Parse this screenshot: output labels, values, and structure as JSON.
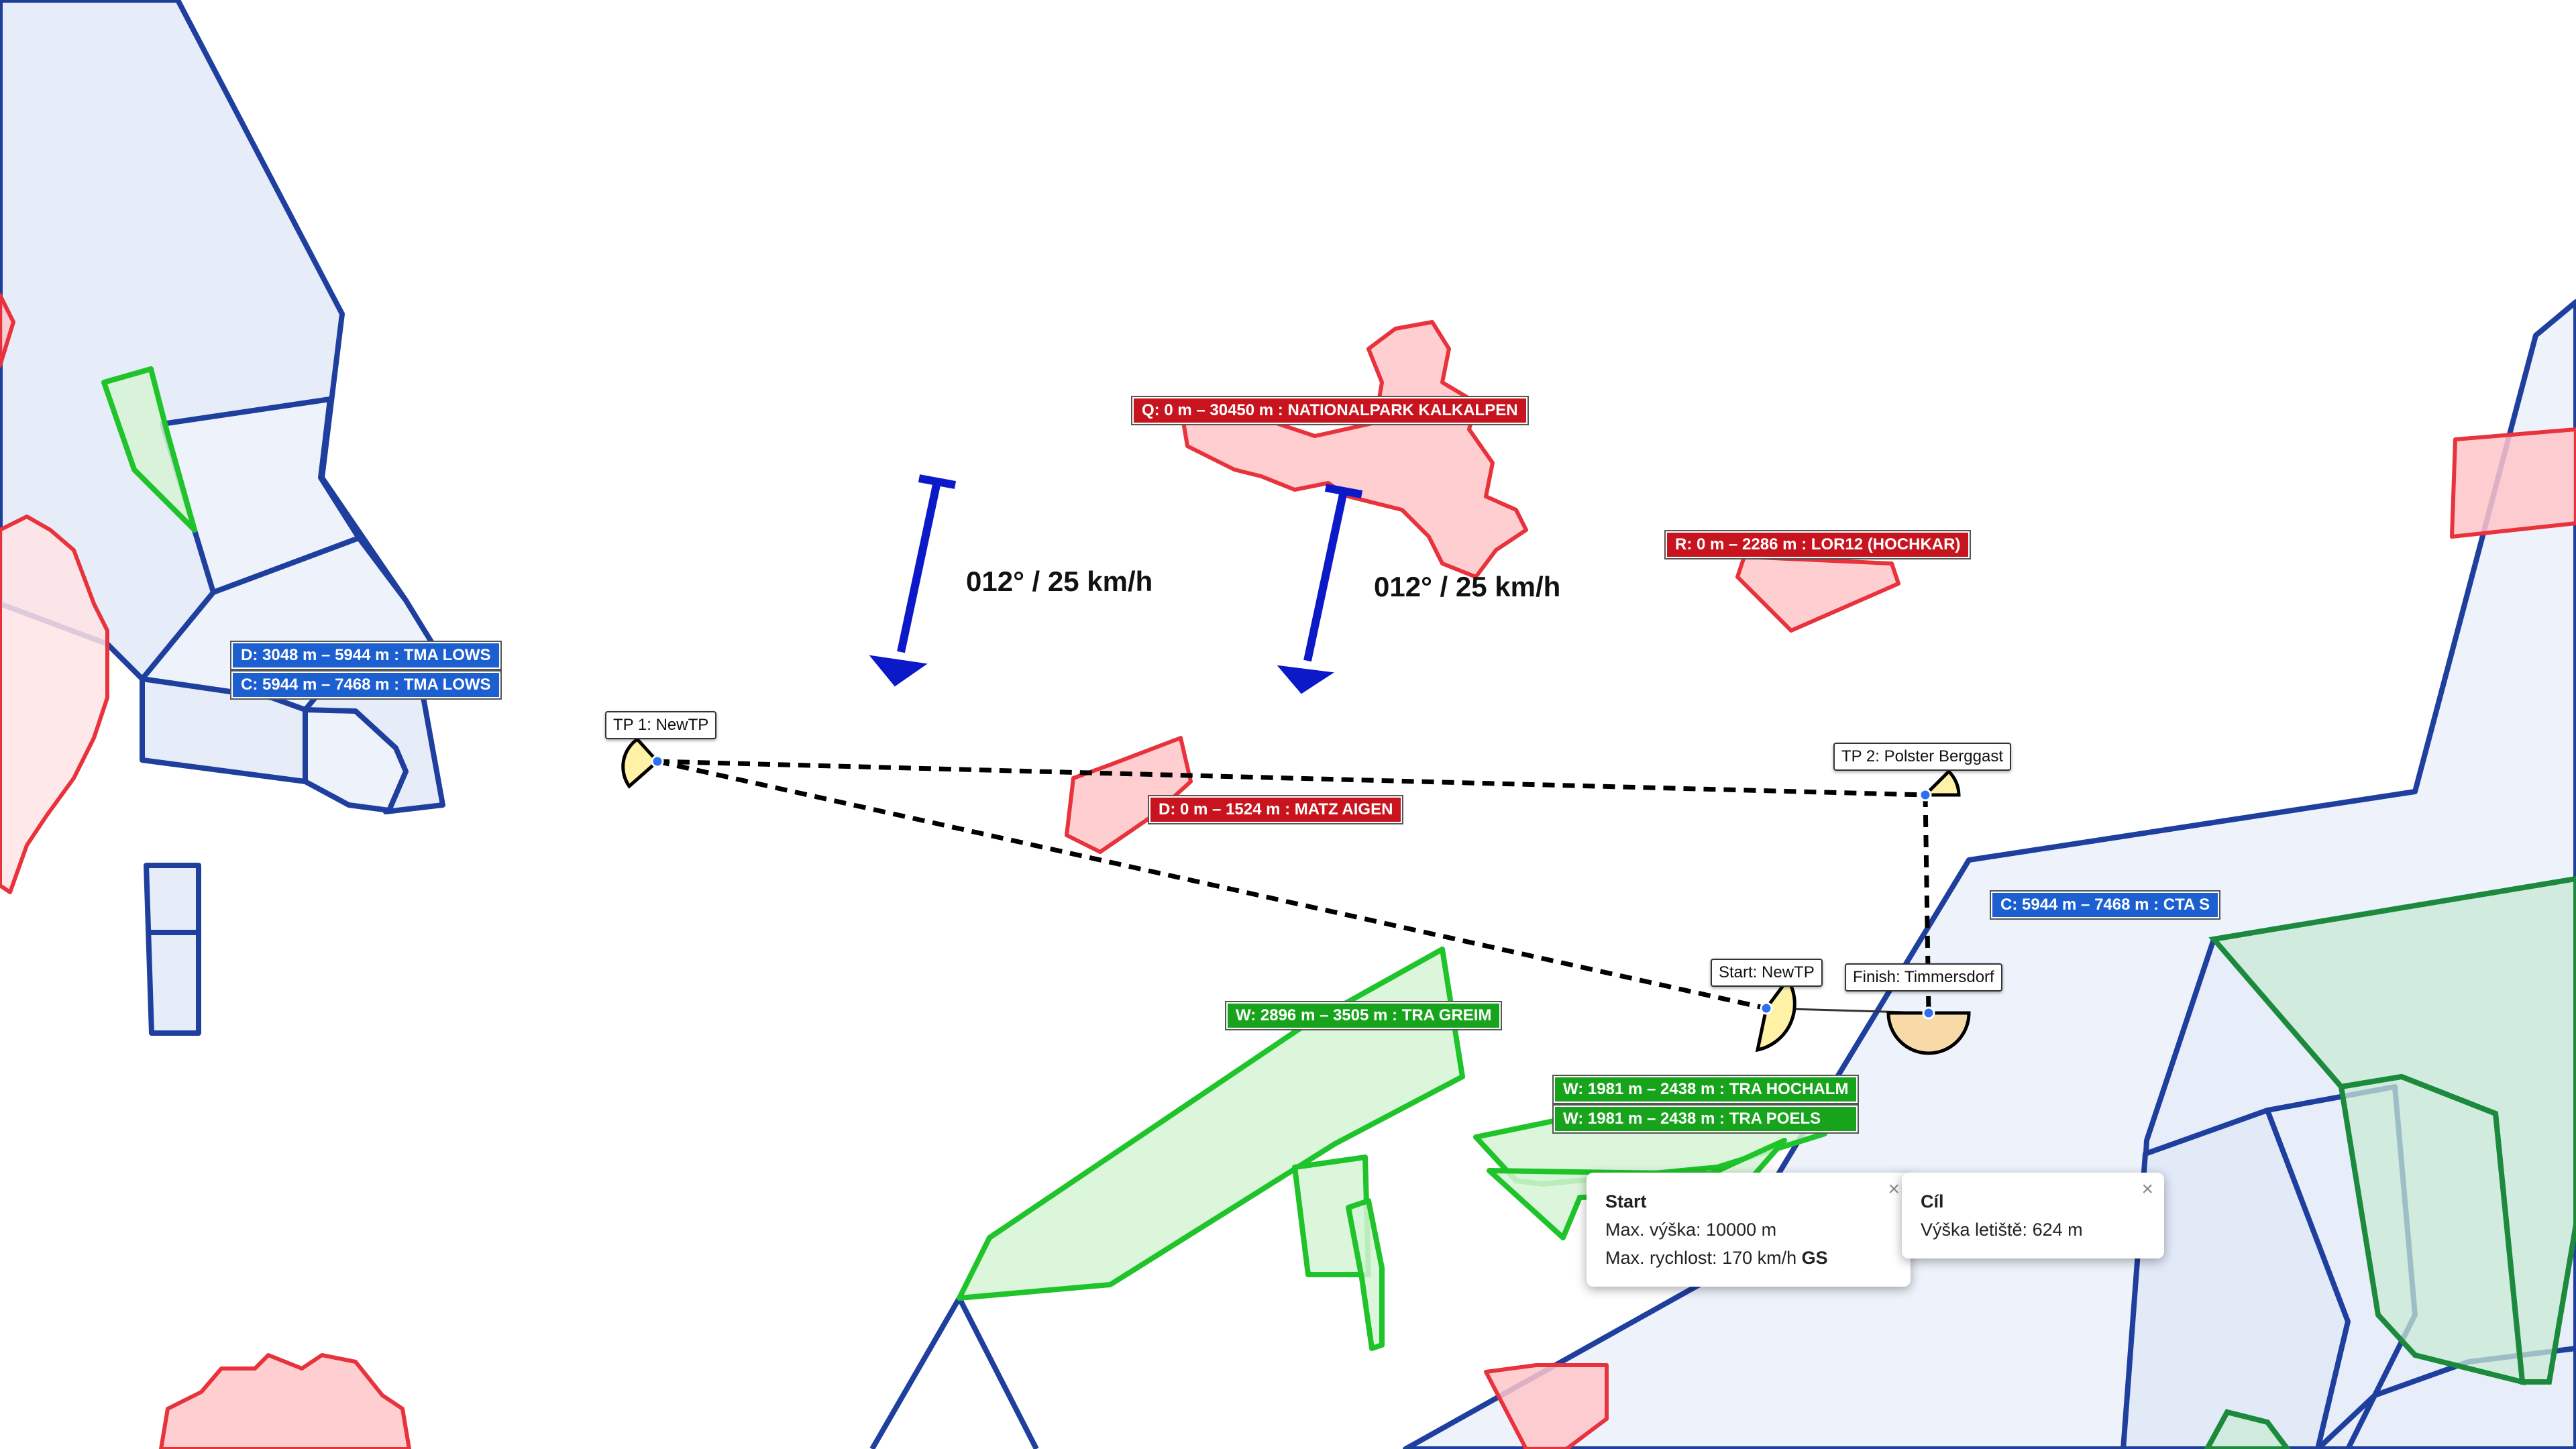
{
  "airspaces": [
    {
      "id": "tma-lows",
      "type": "blue",
      "labels": [
        "D: 3048 m – 5944 m : TMA LOWS",
        "C: 5944 m – 7468 m : TMA LOWS"
      ]
    },
    {
      "id": "nationalpark-kalkalpen",
      "type": "red",
      "labels": [
        "Q: 0 m – 30450 m : NATIONALPARK KALKALPEN"
      ]
    },
    {
      "id": "lor12-hochkar",
      "type": "red",
      "labels": [
        "R: 0 m – 2286 m : LOR12 (HOCHKAR)"
      ]
    },
    {
      "id": "matz-aigen",
      "type": "red",
      "labels": [
        "D: 0 m – 1524 m : MATZ AIGEN"
      ]
    },
    {
      "id": "cta-s",
      "type": "blue",
      "labels": [
        "C: 5944 m – 7468 m : CTA S"
      ]
    },
    {
      "id": "tra-greim",
      "type": "green",
      "labels": [
        "W: 2896 m – 3505 m : TRA GREIM"
      ]
    },
    {
      "id": "tra-hochalm-poels",
      "type": "green",
      "labels": [
        "W: 1981 m – 2438 m : TRA HOCHALM",
        "W: 1981 m – 2438 m : TRA POELS"
      ]
    }
  ],
  "task_points": {
    "tp1": "TP 1: NewTP",
    "tp2": "TP 2: Polster Berggast",
    "start": "Start: NewTP",
    "finish": "Finish: Timmersdorf"
  },
  "wind": {
    "label_1": "012° / 25 km/h",
    "label_2": "012° / 25 km/h",
    "direction_deg": 12
  },
  "popups": {
    "start": {
      "title": "Start",
      "max_alt_label": "Max. výška:",
      "max_alt_value": "10000 m",
      "max_speed_label": "Max. rychlost:",
      "max_speed_value": "170 km/h",
      "max_speed_unit": "GS",
      "close": "×"
    },
    "finish": {
      "title": "Cíl",
      "elevation_label": "Výška letiště:",
      "elevation_value": "624 m",
      "close": "×"
    }
  },
  "colors": {
    "blue_stroke": "#1f3f9e",
    "blue_fill": "#e6ecf8",
    "red_stroke": "#e8323c",
    "red_fill": "#ffc6c9",
    "green_stroke": "#1fc32a",
    "green_fill": "#d6f5d6",
    "dark_green_stroke": "#1c8a3c",
    "task_line": "#000000",
    "wind_arrow": "#0b19c8",
    "sector_yellow": "#fff2a6",
    "sector_orange": "#f8d9a8"
  }
}
